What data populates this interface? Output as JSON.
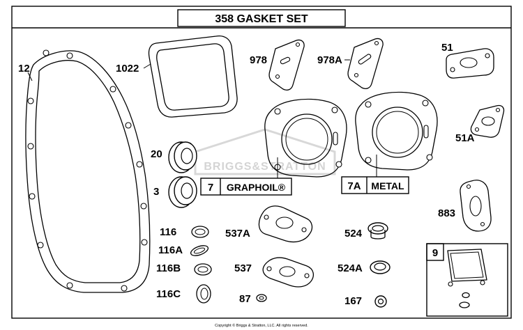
{
  "title": "358 GASKET SET",
  "watermark": "BRIGGS&STRATTON",
  "copyright": "Copyright © Briggs & Stratton, LLC. All rights reserved.",
  "labels": {
    "p12": "12",
    "p1022": "1022",
    "p978": "978",
    "p978a": "978A",
    "p51": "51",
    "p51a": "51A",
    "p20": "20",
    "p3": "3",
    "p7": "7",
    "p7_text": "GRAPHOIL®",
    "p7a": "7A",
    "p7a_text": "METAL",
    "p883": "883",
    "p116": "116",
    "p116a": "116A",
    "p116b": "116B",
    "p116c": "116C",
    "p537a": "537A",
    "p537": "537",
    "p87": "87",
    "p524": "524",
    "p524a": "524A",
    "p167": "167",
    "p9": "9"
  }
}
